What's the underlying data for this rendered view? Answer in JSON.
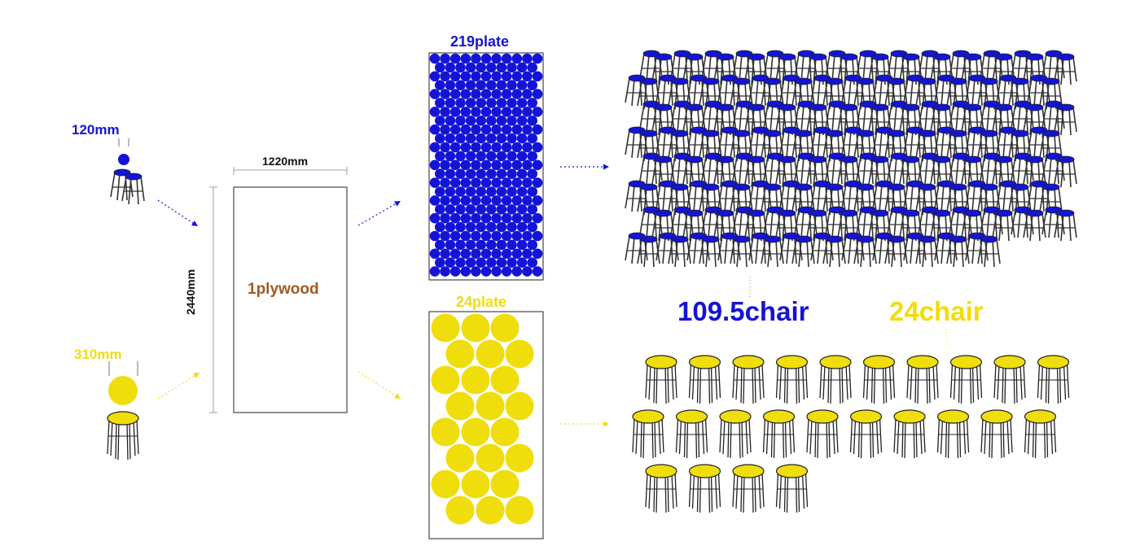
{
  "diagram": {
    "small_seat": {
      "diameter_label": "120mm"
    },
    "large_seat": {
      "diameter_label": "310mm"
    },
    "plywood": {
      "width_label": "1220mm",
      "height_label": "2440mm",
      "count_label": "1plywood"
    },
    "small_plate": {
      "count_label": "219plate"
    },
    "large_plate": {
      "count_label": "24plate"
    },
    "small_result": {
      "count_label": "109.5chair"
    },
    "large_result": {
      "count_label": "24chair"
    }
  },
  "colors": {
    "blue": "#1414d6",
    "yellow": "#f0dd0c",
    "brown": "#a05a23",
    "outline": "#111111"
  }
}
